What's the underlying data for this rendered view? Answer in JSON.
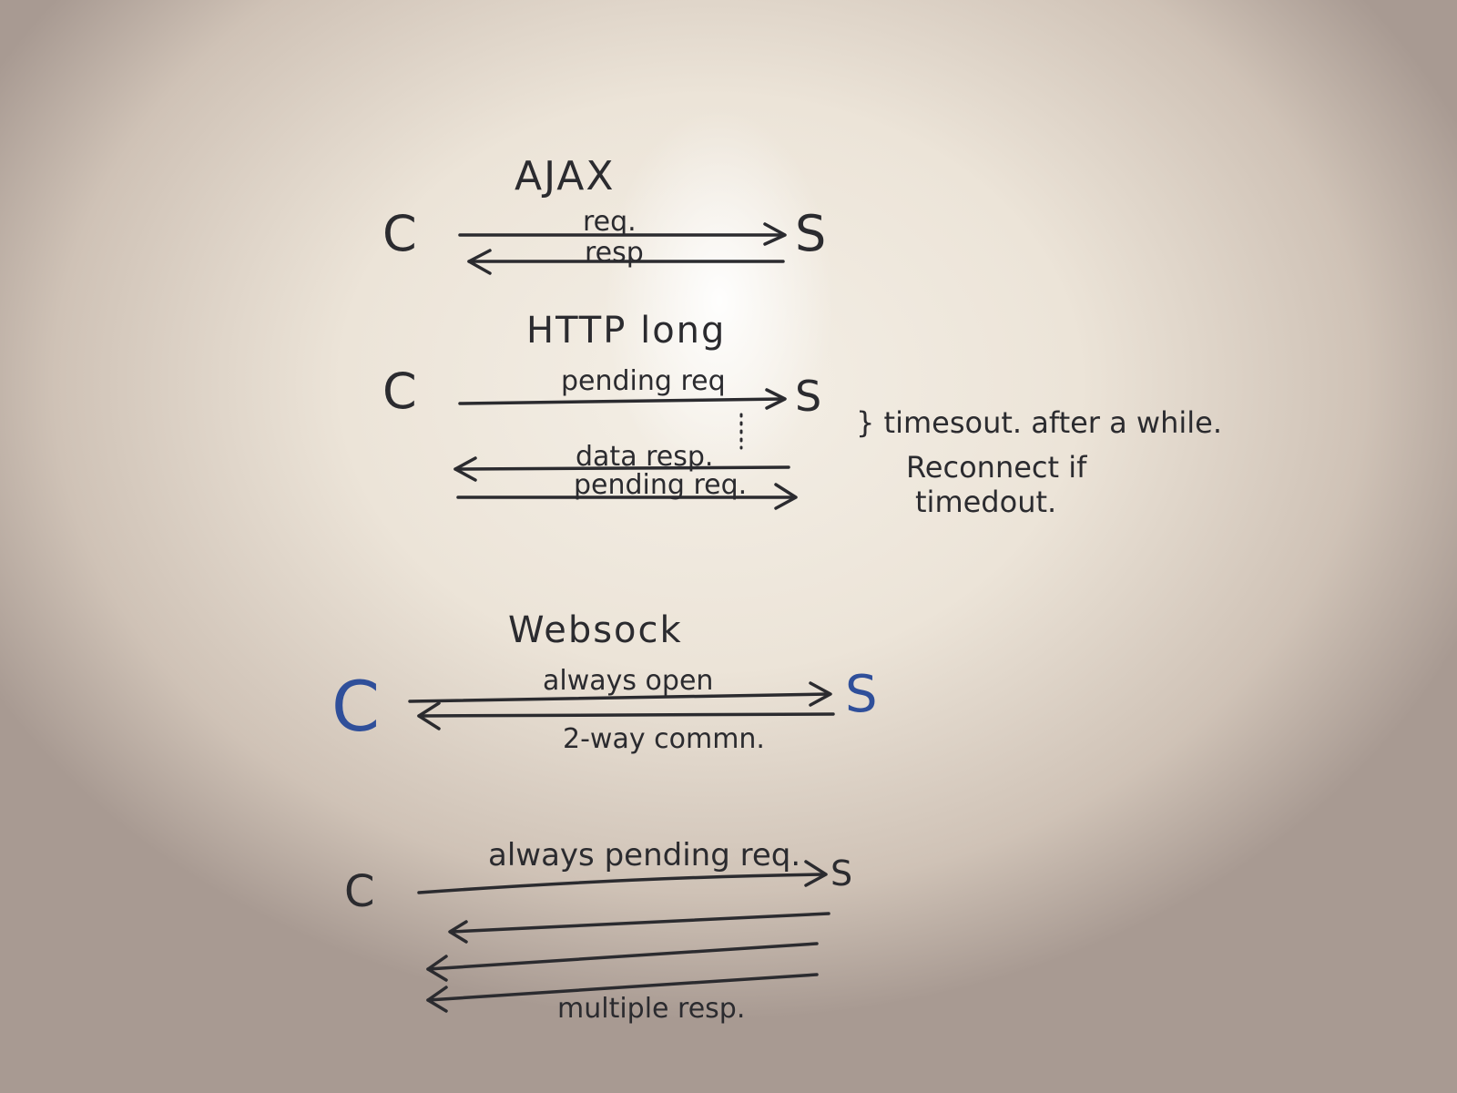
{
  "sections": [
    {
      "title": "AJAX",
      "client": "C",
      "server": "S",
      "labels": [
        "req.",
        "resp"
      ]
    },
    {
      "title": "HTTP long",
      "client": "C",
      "server": "S",
      "labels": [
        "pending req",
        "data resp.",
        "pending req."
      ],
      "note": [
        "} timesout. after a while.",
        "Reconnect if",
        "timedout."
      ]
    },
    {
      "title": "Websock",
      "client": "C",
      "server": "S",
      "labels": [
        "always open",
        "2-way commn."
      ],
      "colors": {
        "node": "#2f4f9a"
      }
    },
    {
      "title": "",
      "client": "C",
      "server": "S",
      "labels": [
        "always pending req.",
        "multiple resp."
      ]
    }
  ]
}
